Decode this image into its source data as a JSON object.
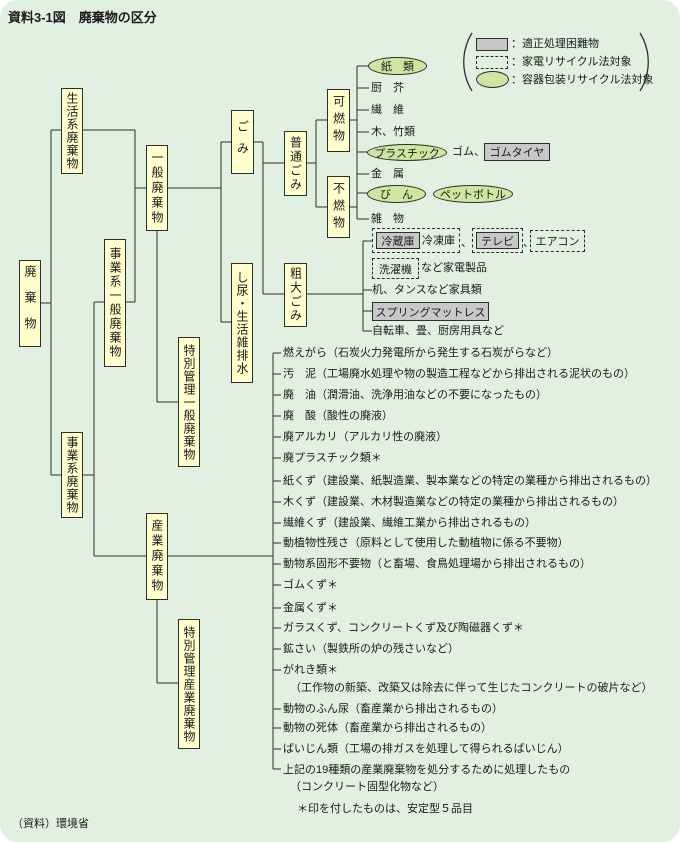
{
  "title": "資料3-1図　廃棄物の区分",
  "legend": {
    "proper_label": "：適正処理困難物",
    "kaden_label": "：家電リサイクル法対象",
    "container_label": "：容器包装リサイクル法対象"
  },
  "nodes": {
    "waste": "廃棄物",
    "household": "生活系廃棄物",
    "general": "一般廃棄物",
    "business_general": "事業系一般廃棄物",
    "business": "事業系廃棄物",
    "special_general": "特別管理一般廃棄物",
    "industrial": "産業廃棄物",
    "special_industrial": "特別管理産業廃棄物",
    "gomi": "ごみ",
    "night_soil": "し尿・生活雑排水",
    "ordinary": "普通ごみ",
    "bulky": "粗大ごみ",
    "burnable": "可燃物",
    "nonburnable": "不燃物"
  },
  "burnable": {
    "paper": "紙　類",
    "kitchen_waste": "厨　芥",
    "fiber": "繊　維",
    "wood_bamboo": "木、竹類",
    "plastic": "プラスチック",
    "rubber": "ゴム、",
    "rubber_tire": "ゴムタイヤ"
  },
  "nonburnable": {
    "metal": "金　属",
    "bottle": "び　ん",
    "pet_bottle": "ペットボトル",
    "misc": "雑　物"
  },
  "bulky": {
    "fridge": "冷蔵庫",
    "freezer": "冷凍庫",
    "comma1": "、",
    "tv": "テレビ",
    "comma2": "、",
    "aircon": "エアコン",
    "washer": "洗濯機",
    "appliance_note": "など家電製品",
    "furniture": "机、タンスなど家具類",
    "spring_mattress": "スプリングマットレス",
    "others": "自転車、畳、厨房用具など"
  },
  "industrial_list": [
    {
      "label": "燃えがら（石炭火力発電所から発生する石炭がらなど）"
    },
    {
      "label": "汚　泥（工場廃水処理や物の製造工程などから排出される泥状のもの）"
    },
    {
      "label": "廃　油（潤滑油、洗浄用油などの不要になったもの）"
    },
    {
      "label": "廃　酸（酸性の廃液）"
    },
    {
      "label": "廃アルカリ（アルカリ性の廃液）"
    },
    {
      "label": "廃プラスチック類＊"
    },
    {
      "label": "紙くず（建設業、紙製造業、製本業などの特定の業種から排出されるもの）"
    },
    {
      "label": "木くず（建設業、木材製造業などの特定の業種から排出されるもの）"
    },
    {
      "label": "繊維くず（建設業、繊維工業から排出されるもの）"
    },
    {
      "label": "動植物性残さ（原料として使用した動植物に係る不要物）"
    },
    {
      "label": "動物系固形不要物（と畜場、食鳥処理場から排出されるもの）"
    },
    {
      "label": "ゴムくず＊"
    },
    {
      "label": "金属くず＊"
    },
    {
      "label": "ガラスくず、コンクリートくず及び陶磁器くず＊"
    },
    {
      "label": "鉱さい（製鉄所の炉の残さいなど）"
    },
    {
      "label": "がれき類＊",
      "label2": "（工作物の新築、改築又は除去に伴って生じたコンクリートの破片など）"
    },
    {
      "label": "動物のふん尿（畜産業から排出されるもの）"
    },
    {
      "label": "動物の死体（畜産業から排出されるもの）"
    },
    {
      "label": "ばいじん類（工場の排ガスを処理して得られるばいじん）"
    },
    {
      "label": "上記の19種類の産業廃棄物を処分するために処理したもの",
      "label2": "（コンクリート固型化物など）"
    }
  ],
  "footnote": "＊印を付したものは、安定型５品目",
  "source": "（資料）環境省",
  "colors": {
    "background": "#e2f0e2",
    "node_fill": "#ffffcc",
    "recycle_ellipse_fill": "#cfe6a0",
    "difficult_fill": "#c8c8c8",
    "line": "#2e2e2e"
  }
}
